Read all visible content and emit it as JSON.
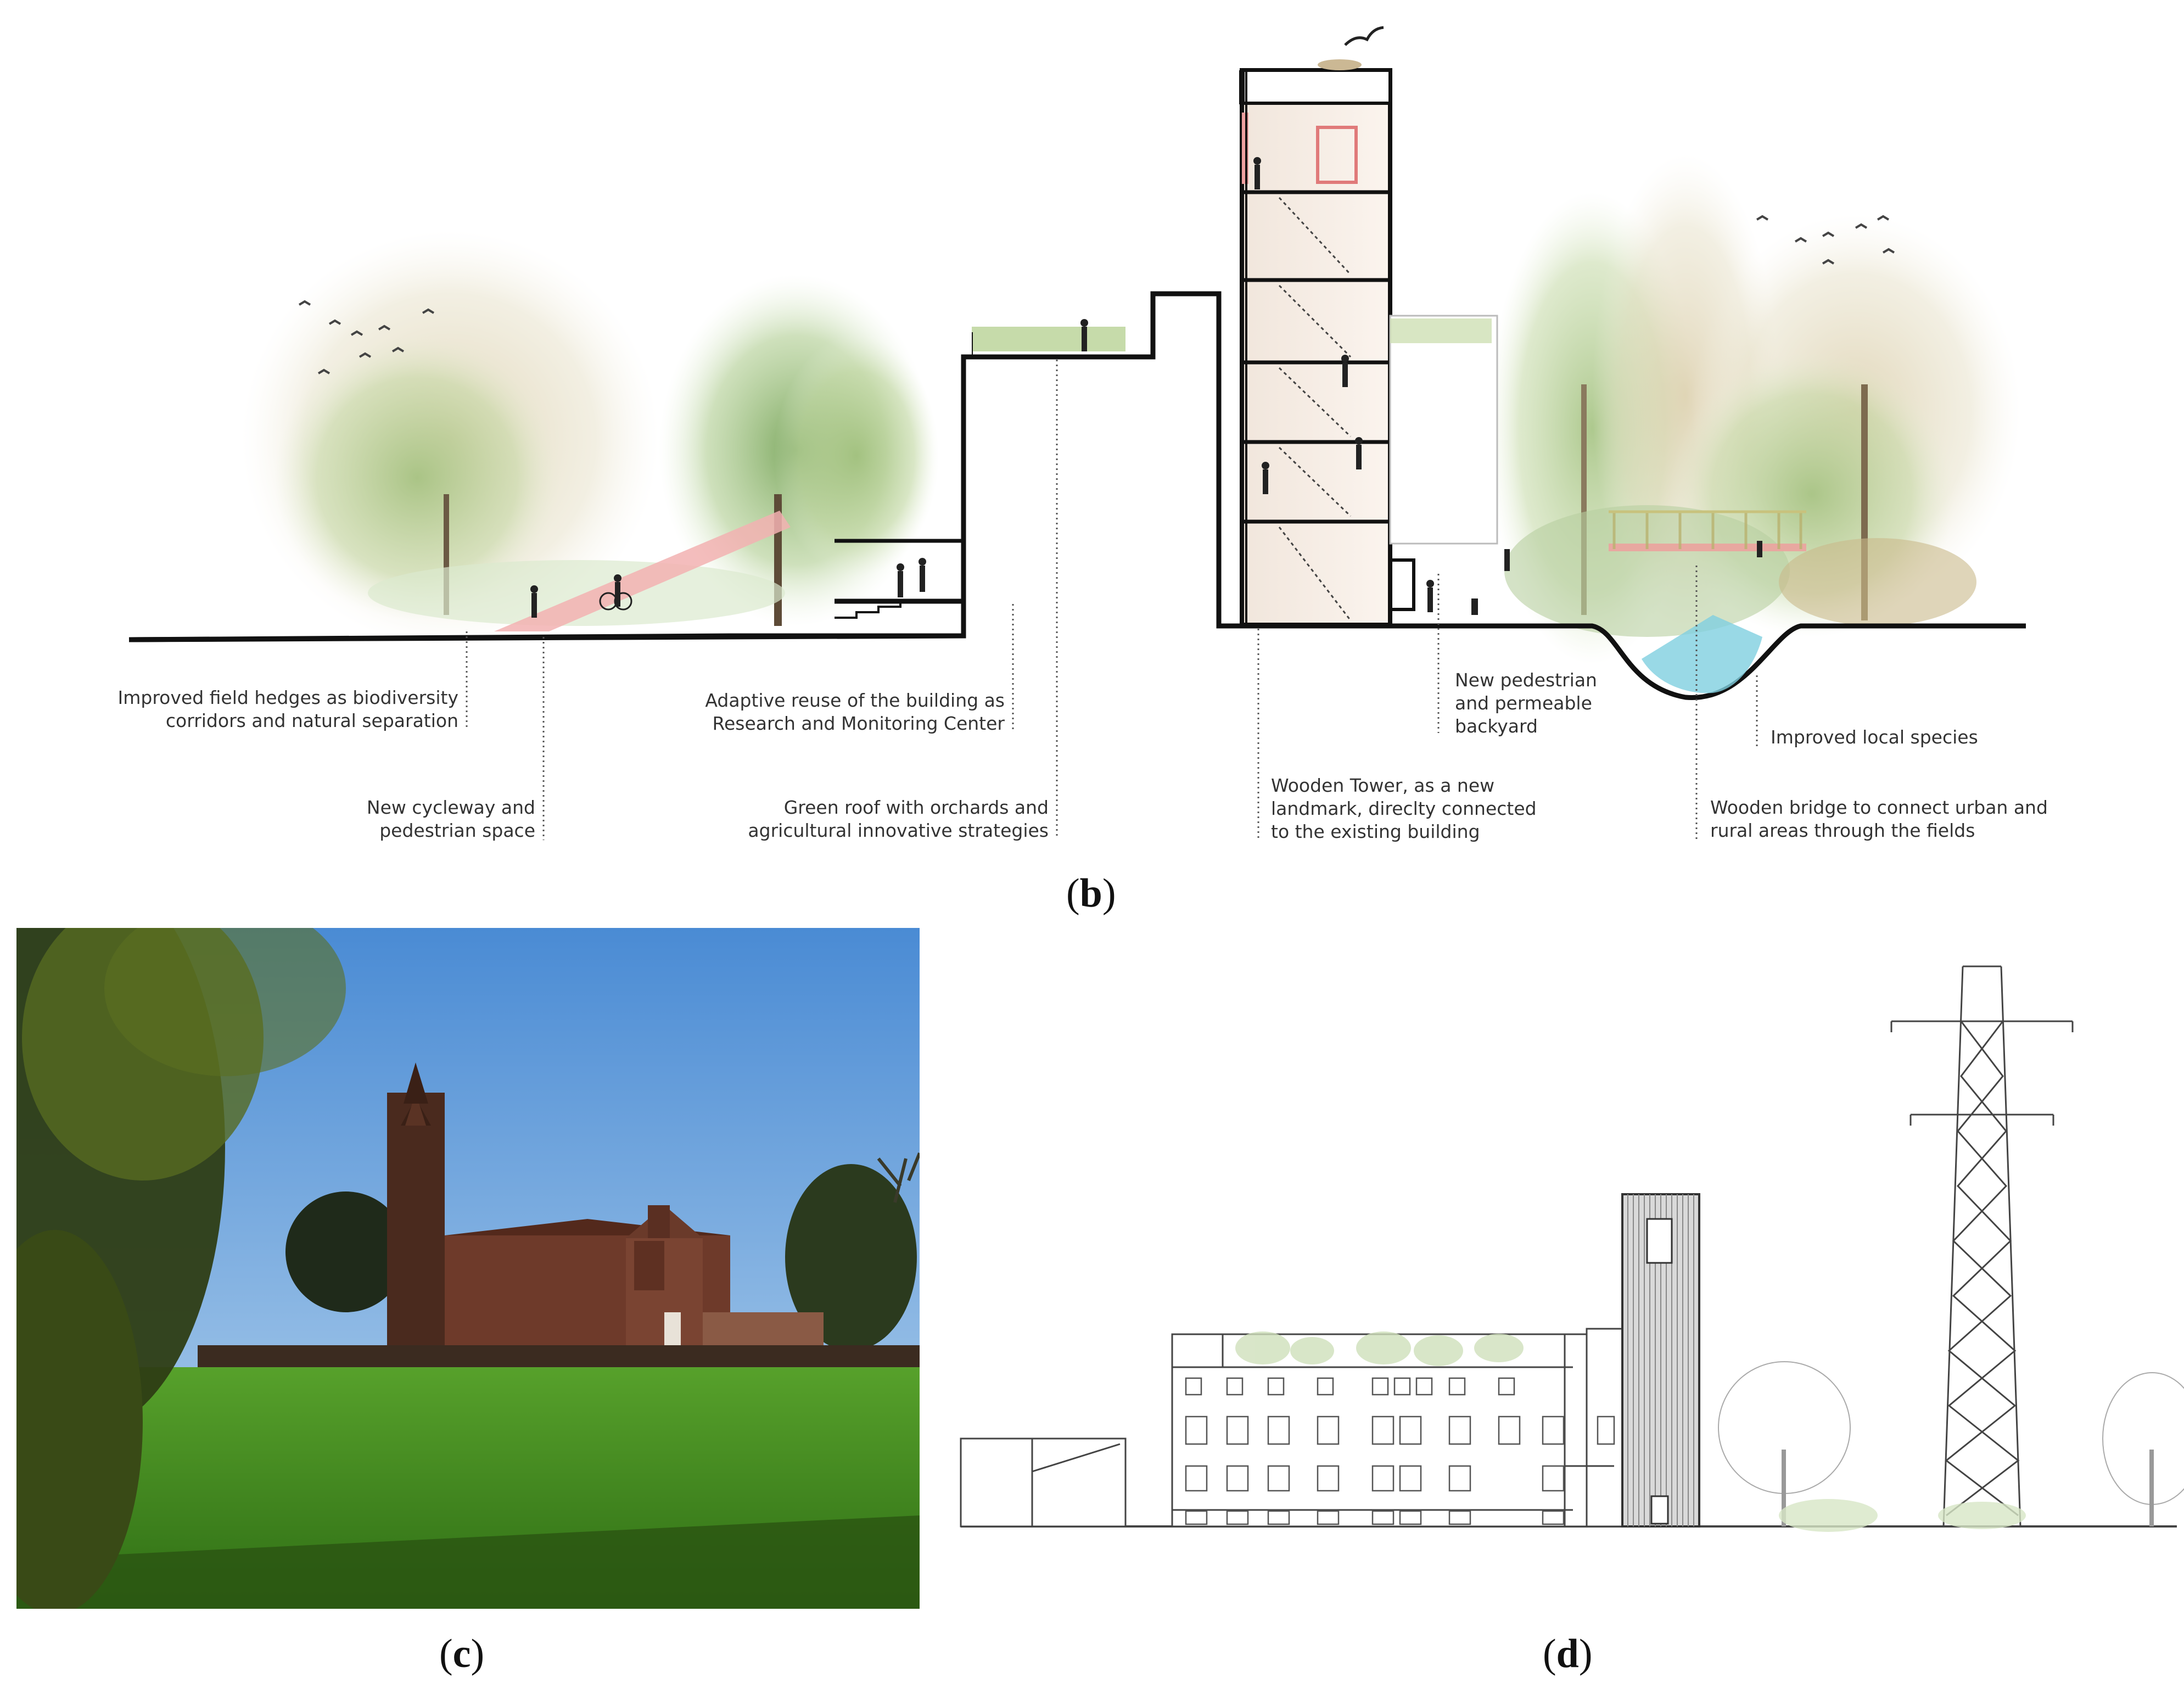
{
  "section_b": {
    "panel_label": {
      "open": "(",
      "letter": "b",
      "close": ")"
    },
    "annotations": [
      {
        "lines": [
          "Improved field hedges as biodiversity",
          "corridors and natural separation"
        ]
      },
      {
        "lines": [
          "New cycleway and",
          "pedestrian space"
        ]
      },
      {
        "lines": [
          "Adaptive reuse of the building as",
          "Research and Monitoring Center"
        ]
      },
      {
        "lines": [
          "Green roof with orchards and",
          "agricultural innovative strategies"
        ]
      },
      {
        "lines": [
          "Wooden Tower, as a new",
          "landmark, direclty connected",
          "to the existing building"
        ]
      },
      {
        "lines": [
          "New pedestrian",
          "and permeable",
          "backyard"
        ]
      },
      {
        "lines": [
          "Improved local species"
        ]
      },
      {
        "lines": [
          "Wooden bridge to connect urban and",
          "rural areas through the fields"
        ]
      }
    ]
  },
  "photo_c": {
    "panel_label": {
      "open": "(",
      "letter": "c",
      "close": ")"
    },
    "colors": {
      "sky_top": "#4f8fd6",
      "sky_bottom": "#b9d6ee",
      "grass": "#3f8a1f",
      "brick": "#6e3a2a"
    }
  },
  "elevation_d": {
    "panel_label": {
      "open": "(",
      "letter": "d",
      "close": ")"
    }
  },
  "colors": {
    "accent_red": "#ef8c8c",
    "line": "#111111",
    "water": "#7fd0e0",
    "tree_green": "#b5cf8f"
  }
}
